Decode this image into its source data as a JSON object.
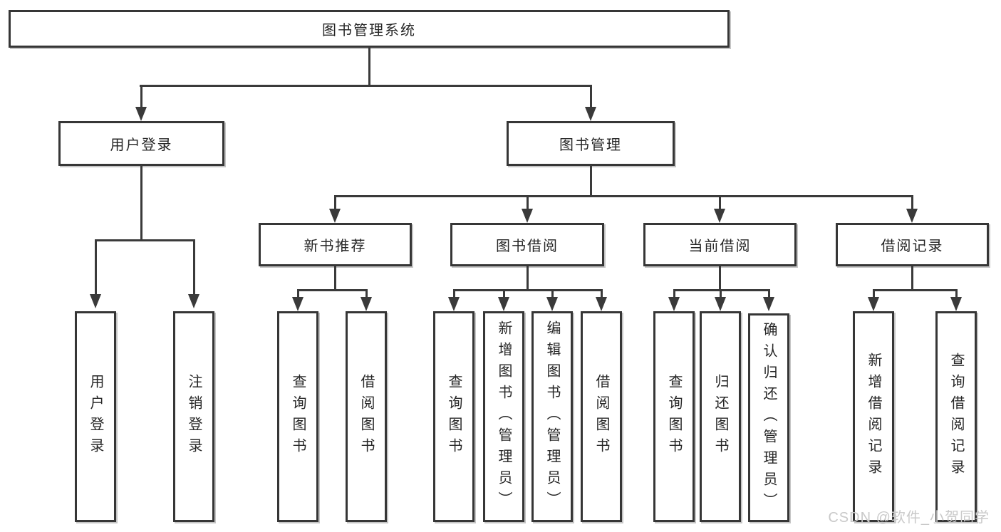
{
  "diagram": {
    "root": {
      "label": "图书管理系统"
    },
    "branches": {
      "user_login": {
        "label": "用户登录",
        "children": {
          "login": {
            "label": "用户登录"
          },
          "logout": {
            "label": "注销登录"
          }
        }
      },
      "book_mgmt": {
        "label": "图书管理",
        "children": {
          "new_book_rec": {
            "label": "新书推荐",
            "children": {
              "query_book": {
                "label": "查询图书"
              },
              "borrow_book": {
                "label": "借阅图书"
              }
            }
          },
          "book_borrow": {
            "label": "图书借阅",
            "children": {
              "query_book": {
                "label": "查询图书"
              },
              "add_book": {
                "label": "新增图书（管理员）"
              },
              "edit_book": {
                "label": "编辑图书（管理员）"
              },
              "borrow_book": {
                "label": "借阅图书"
              }
            }
          },
          "current_borrow": {
            "label": "当前借阅",
            "children": {
              "query_book": {
                "label": "查询图书"
              },
              "return_book": {
                "label": "归还图书"
              },
              "confirm_return": {
                "label": "确认归还（管理员）"
              }
            }
          },
          "borrow_record": {
            "label": "借阅记录",
            "children": {
              "add_record": {
                "label": "新增借阅记录"
              },
              "query_record": {
                "label": "查询借阅记录"
              }
            }
          }
        }
      }
    }
  },
  "watermark": {
    "text": "CSDN @软件_小贺同学"
  },
  "colors": {
    "line": "#3a3a3a",
    "box_border": "#363636",
    "box_fill": "#ffffff",
    "text": "#262626",
    "watermark": "#c9c9c9",
    "background": "#ffffff"
  }
}
